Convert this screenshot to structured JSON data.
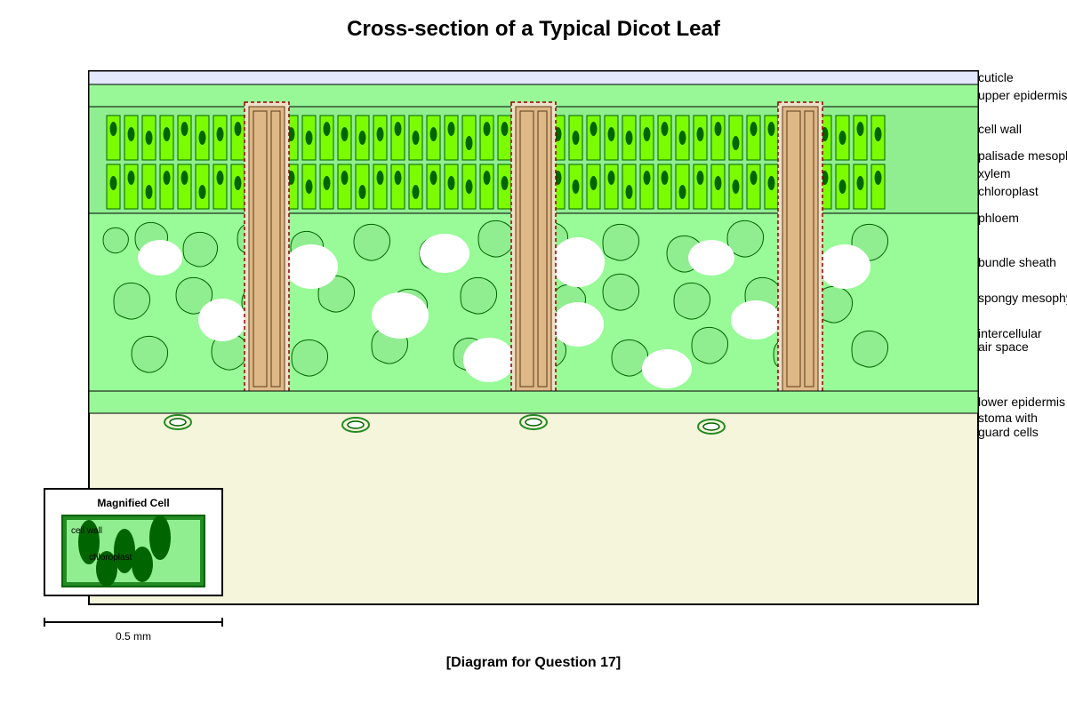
{
  "title": "Cross-section of a Typical Dicot Leaf",
  "caption": "[Diagram for Question 17]",
  "labels": {
    "cuticle": "cuticle",
    "upper_epidermis": "upper epidermis",
    "cell_wall": "cell wall",
    "palisade_mesophyll": "palisade mesophyll",
    "xylem": "xylem",
    "chloroplast": "chloroplast",
    "phloem": "phloem",
    "bundle_sheath": "bundle sheath",
    "spongy_mesophyll": "spongy mesophyll",
    "intercellular_line1": "intercellular",
    "intercellular_line2": "air space",
    "lower_epidermis": "lower epidermis",
    "stoma_line1": "stoma with",
    "stoma_line2": "guard cells"
  },
  "inset": {
    "title": "Magnified Cell",
    "cell_wall": "cell wall",
    "chloroplast": "chloroplast"
  },
  "scale_bar": {
    "label": "0.5 mm"
  },
  "colors": {
    "cuticle": "#e3e8fb",
    "epidermis": "#98f898",
    "palisade_band": "#90ee90",
    "palisade_cell": "#7cfc00",
    "chloroplast": "#006400",
    "spongy_band": "#98fb98",
    "spongy_cell": "#90ee90",
    "air_space": "#ffffff",
    "vascular": "#deb887",
    "bundle_sheath_outline": "#8b0000",
    "background_tissue": "#f5f5dc",
    "guard_cell": "#228b22"
  }
}
